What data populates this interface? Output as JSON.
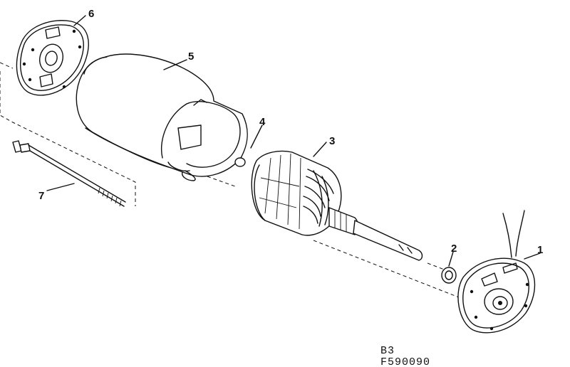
{
  "colors": {
    "ink": "#111111",
    "paper": "#ffffff"
  },
  "callouts": {
    "c1": "1",
    "c2": "2",
    "c3": "3",
    "c4": "4",
    "c5": "5",
    "c6": "6",
    "c7": "7"
  },
  "codes": {
    "line1": "B3",
    "line2": "F590090"
  }
}
